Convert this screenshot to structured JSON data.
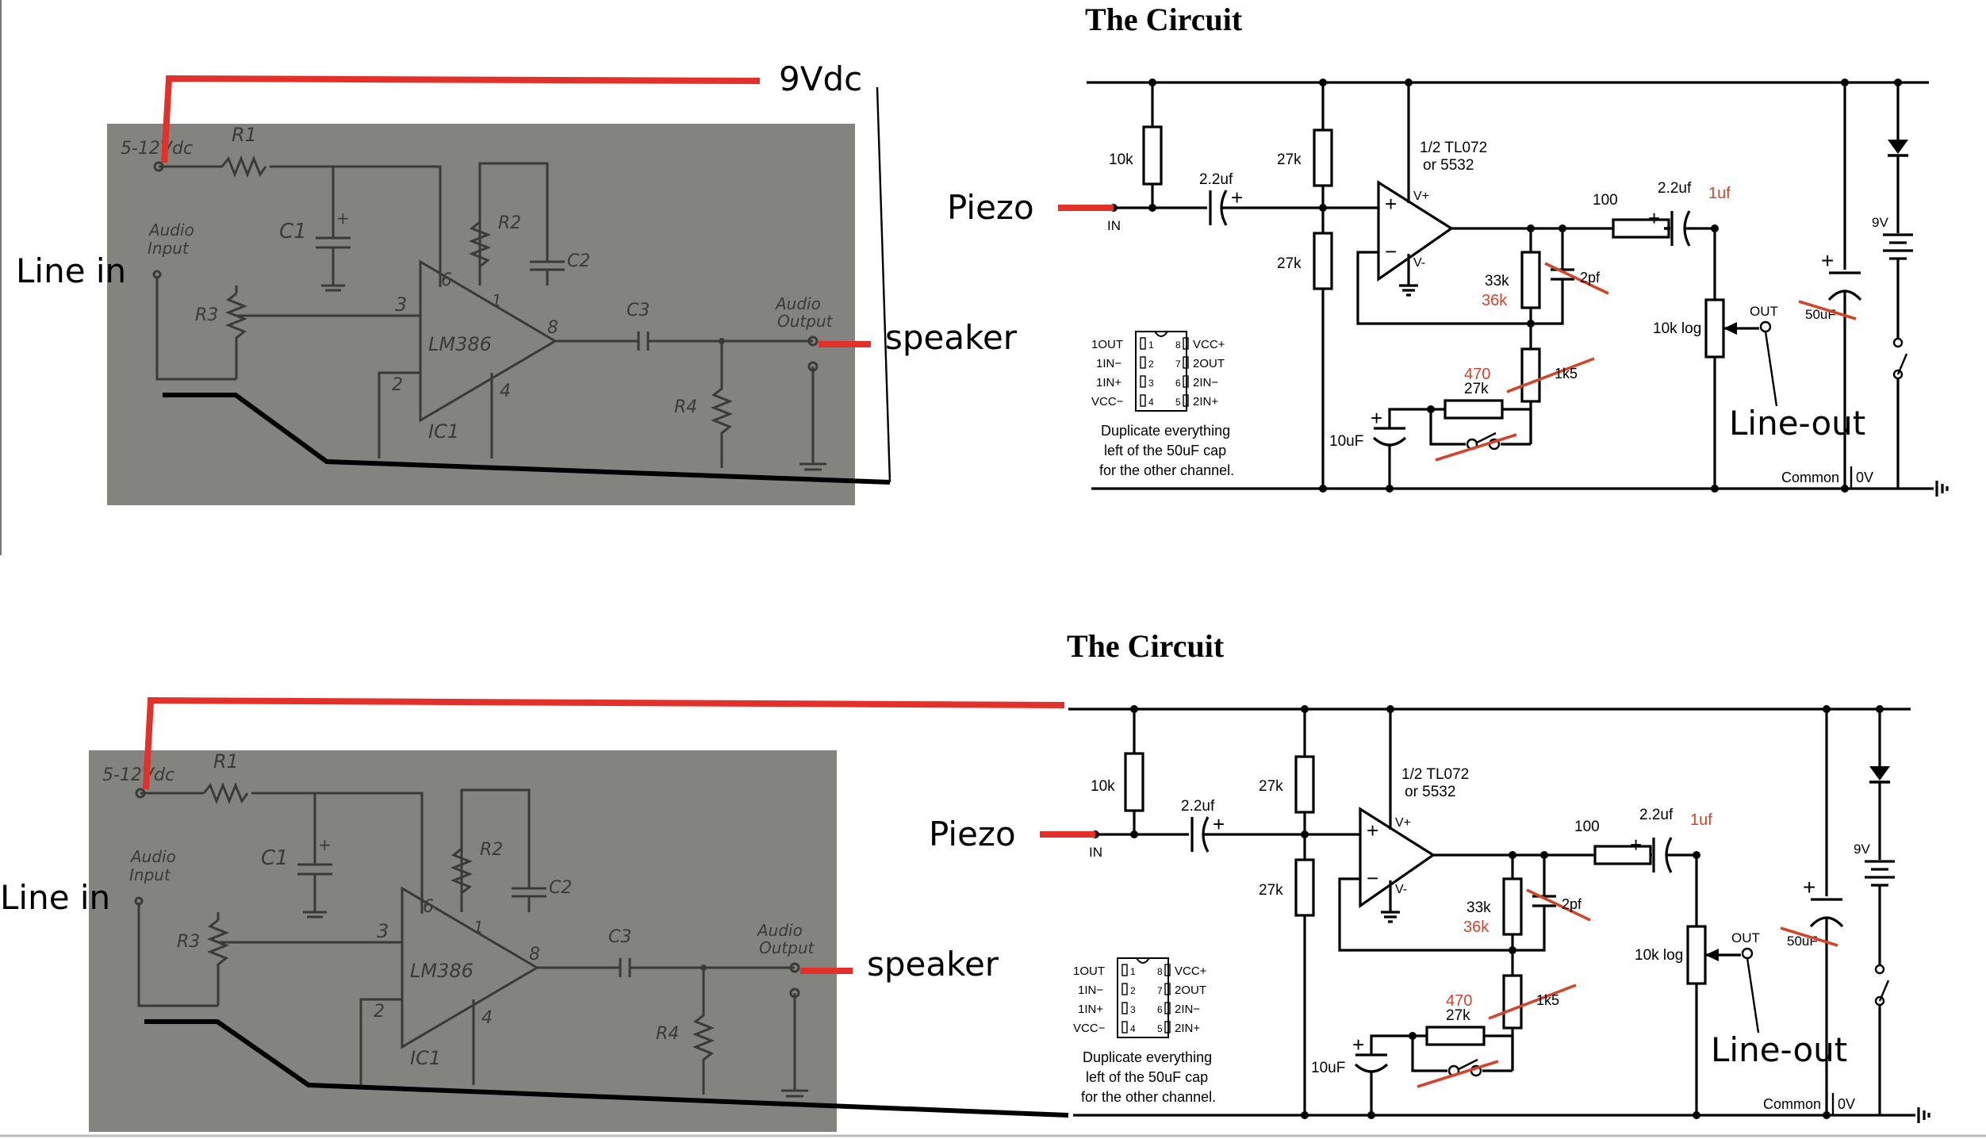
{
  "diagrams": [
    {
      "title": "The Circuit",
      "overlay": {
        "supply": "9Vdc",
        "line_in": "Line in",
        "speaker": "speaker",
        "piezo": "Piezo",
        "line_out": "Line-out"
      },
      "sketch": {
        "supply": "5-12Vdc",
        "r1": "R1",
        "c1": "C1",
        "r2": "R2",
        "c2": "C2",
        "r3": "R3",
        "c3": "C3",
        "r4": "R4",
        "ic": "LM386",
        "ic_ref": "IC1",
        "audio_input": [
          "Audio",
          "Input"
        ],
        "audio_output": [
          "Audio",
          "Output"
        ],
        "pin3": "3",
        "pin2": "2",
        "pin6": "6",
        "pin1": "1",
        "pin8": "8",
        "pin4": "4",
        "plus": "+"
      },
      "schematic": {
        "r10k": "10k",
        "c22": "2.2uf",
        "r27k_top": "27k",
        "r27k_bot": "27k",
        "opamp": [
          "1/2 TL072",
          "or 5532"
        ],
        "vplus": "V+",
        "vminus": "V-",
        "in": "IN",
        "r100": "100",
        "c22_out": "2.2uf",
        "c1uf": "1uf",
        "r33k": "33k",
        "r36k": "36k",
        "c2pf": "2pf",
        "r470": "470",
        "r27k_fb": "27k",
        "r1k5": "1k5",
        "c10uf": "10uF",
        "pot": "10k log",
        "out": "OUT",
        "c50uf": "50uF",
        "batt": "9V",
        "common": "Common",
        "ov": "0V",
        "pinout_left": [
          "1OUT",
          "1IN−",
          "1IN+",
          "VCC−"
        ],
        "pinout_right": [
          "VCC+",
          "2OUT",
          "2IN−",
          "2IN+"
        ],
        "pin_nums_left": [
          "1",
          "2",
          "3",
          "4"
        ],
        "pin_nums_right": [
          "8",
          "7",
          "6",
          "5"
        ],
        "note": [
          "Duplicate everything",
          "left of the 50uF cap",
          "for the other channel."
        ]
      }
    },
    {
      "title": "The Circuit",
      "overlay": {
        "line_in": "Line in",
        "speaker": "speaker",
        "piezo": "Piezo",
        "line_out": "Line-out"
      },
      "sketch": {
        "supply": "5-12Vdc",
        "r1": "R1",
        "c1": "C1",
        "r2": "R2",
        "c2": "C2",
        "r3": "R3",
        "c3": "C3",
        "r4": "R4",
        "ic": "LM386",
        "ic_ref": "IC1",
        "audio_input": [
          "Audio",
          "Input"
        ],
        "audio_output": [
          "Audio",
          "Output"
        ],
        "pin3": "3",
        "pin2": "2",
        "pin6": "6",
        "pin1": "1",
        "pin8": "8",
        "pin4": "4",
        "plus": "+"
      },
      "schematic": {
        "r10k": "10k",
        "c22": "2.2uf",
        "r27k_top": "27k",
        "r27k_bot": "27k",
        "opamp": [
          "1/2 TL072",
          "or 5532"
        ],
        "vplus": "V+",
        "vminus": "V-",
        "in": "IN",
        "r100": "100",
        "c22_out": "2.2uf",
        "c1uf": "1uf",
        "r33k": "33k",
        "r36k": "36k",
        "c2pf": "2pf",
        "r470": "470",
        "r27k_fb": "27k",
        "r1k5": "1k5",
        "c10uf": "10uF",
        "pot": "10k log",
        "out": "OUT",
        "c50uf": "50uF",
        "batt": "9V",
        "common": "Common",
        "ov": "0V",
        "pinout_left": [
          "1OUT",
          "1IN−",
          "1IN+",
          "VCC−"
        ],
        "pinout_right": [
          "VCC+",
          "2OUT",
          "2IN−",
          "2IN+"
        ],
        "pin_nums_left": [
          "1",
          "2",
          "3",
          "4"
        ],
        "pin_nums_right": [
          "8",
          "7",
          "6",
          "5"
        ],
        "note": [
          "Duplicate everything",
          "left of the 50uF cap",
          "for the other channel."
        ]
      }
    }
  ]
}
